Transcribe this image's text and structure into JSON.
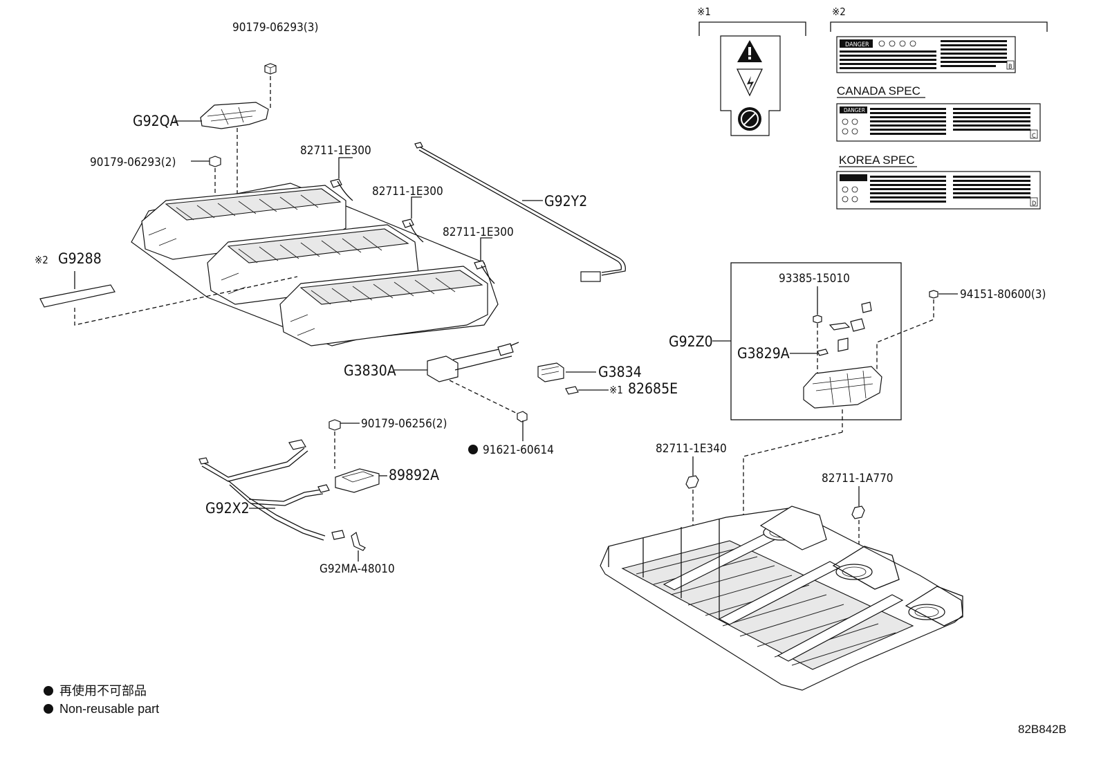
{
  "labels": {
    "l90179_3": "90179-06293(3)",
    "lG92QA": "G92QA",
    "l90179_2": "90179-06293(2)",
    "l82711_a": "82711-1E300",
    "l82711_b": "82711-1E300",
    "l82711_c": "82711-1E300",
    "lG92Y2": "G92Y2",
    "lG9288": "G9288",
    "lG9288_mark": "※2",
    "lG3830A": "G3830A",
    "lG3834": "G3834",
    "l82685E": "82685E",
    "l82685E_mark": "※1",
    "l91621": "91621-60614",
    "l90179_06256": "90179-06256(2)",
    "l89892A": "89892A",
    "lG92X2": "G92X2",
    "lG92MA": "G92MA-48010",
    "lG92Z0": "G92Z0",
    "l93385": "93385-15010",
    "lG3829A": "G3829A",
    "l94151": "94151-80600(3)",
    "l82711_1E340": "82711-1E340",
    "l82711_1A770": "82711-1A770"
  },
  "callouts": {
    "mark1": "※1",
    "mark2": "※2",
    "canada": "CANADA SPEC",
    "korea": "KOREA SPEC",
    "danger": "DANGER",
    "label_b": "B",
    "label_c": "C",
    "label_d": "D"
  },
  "legend": {
    "jp": "再使用不可部品",
    "en": "Non-reusable part"
  },
  "code": "82B842B"
}
